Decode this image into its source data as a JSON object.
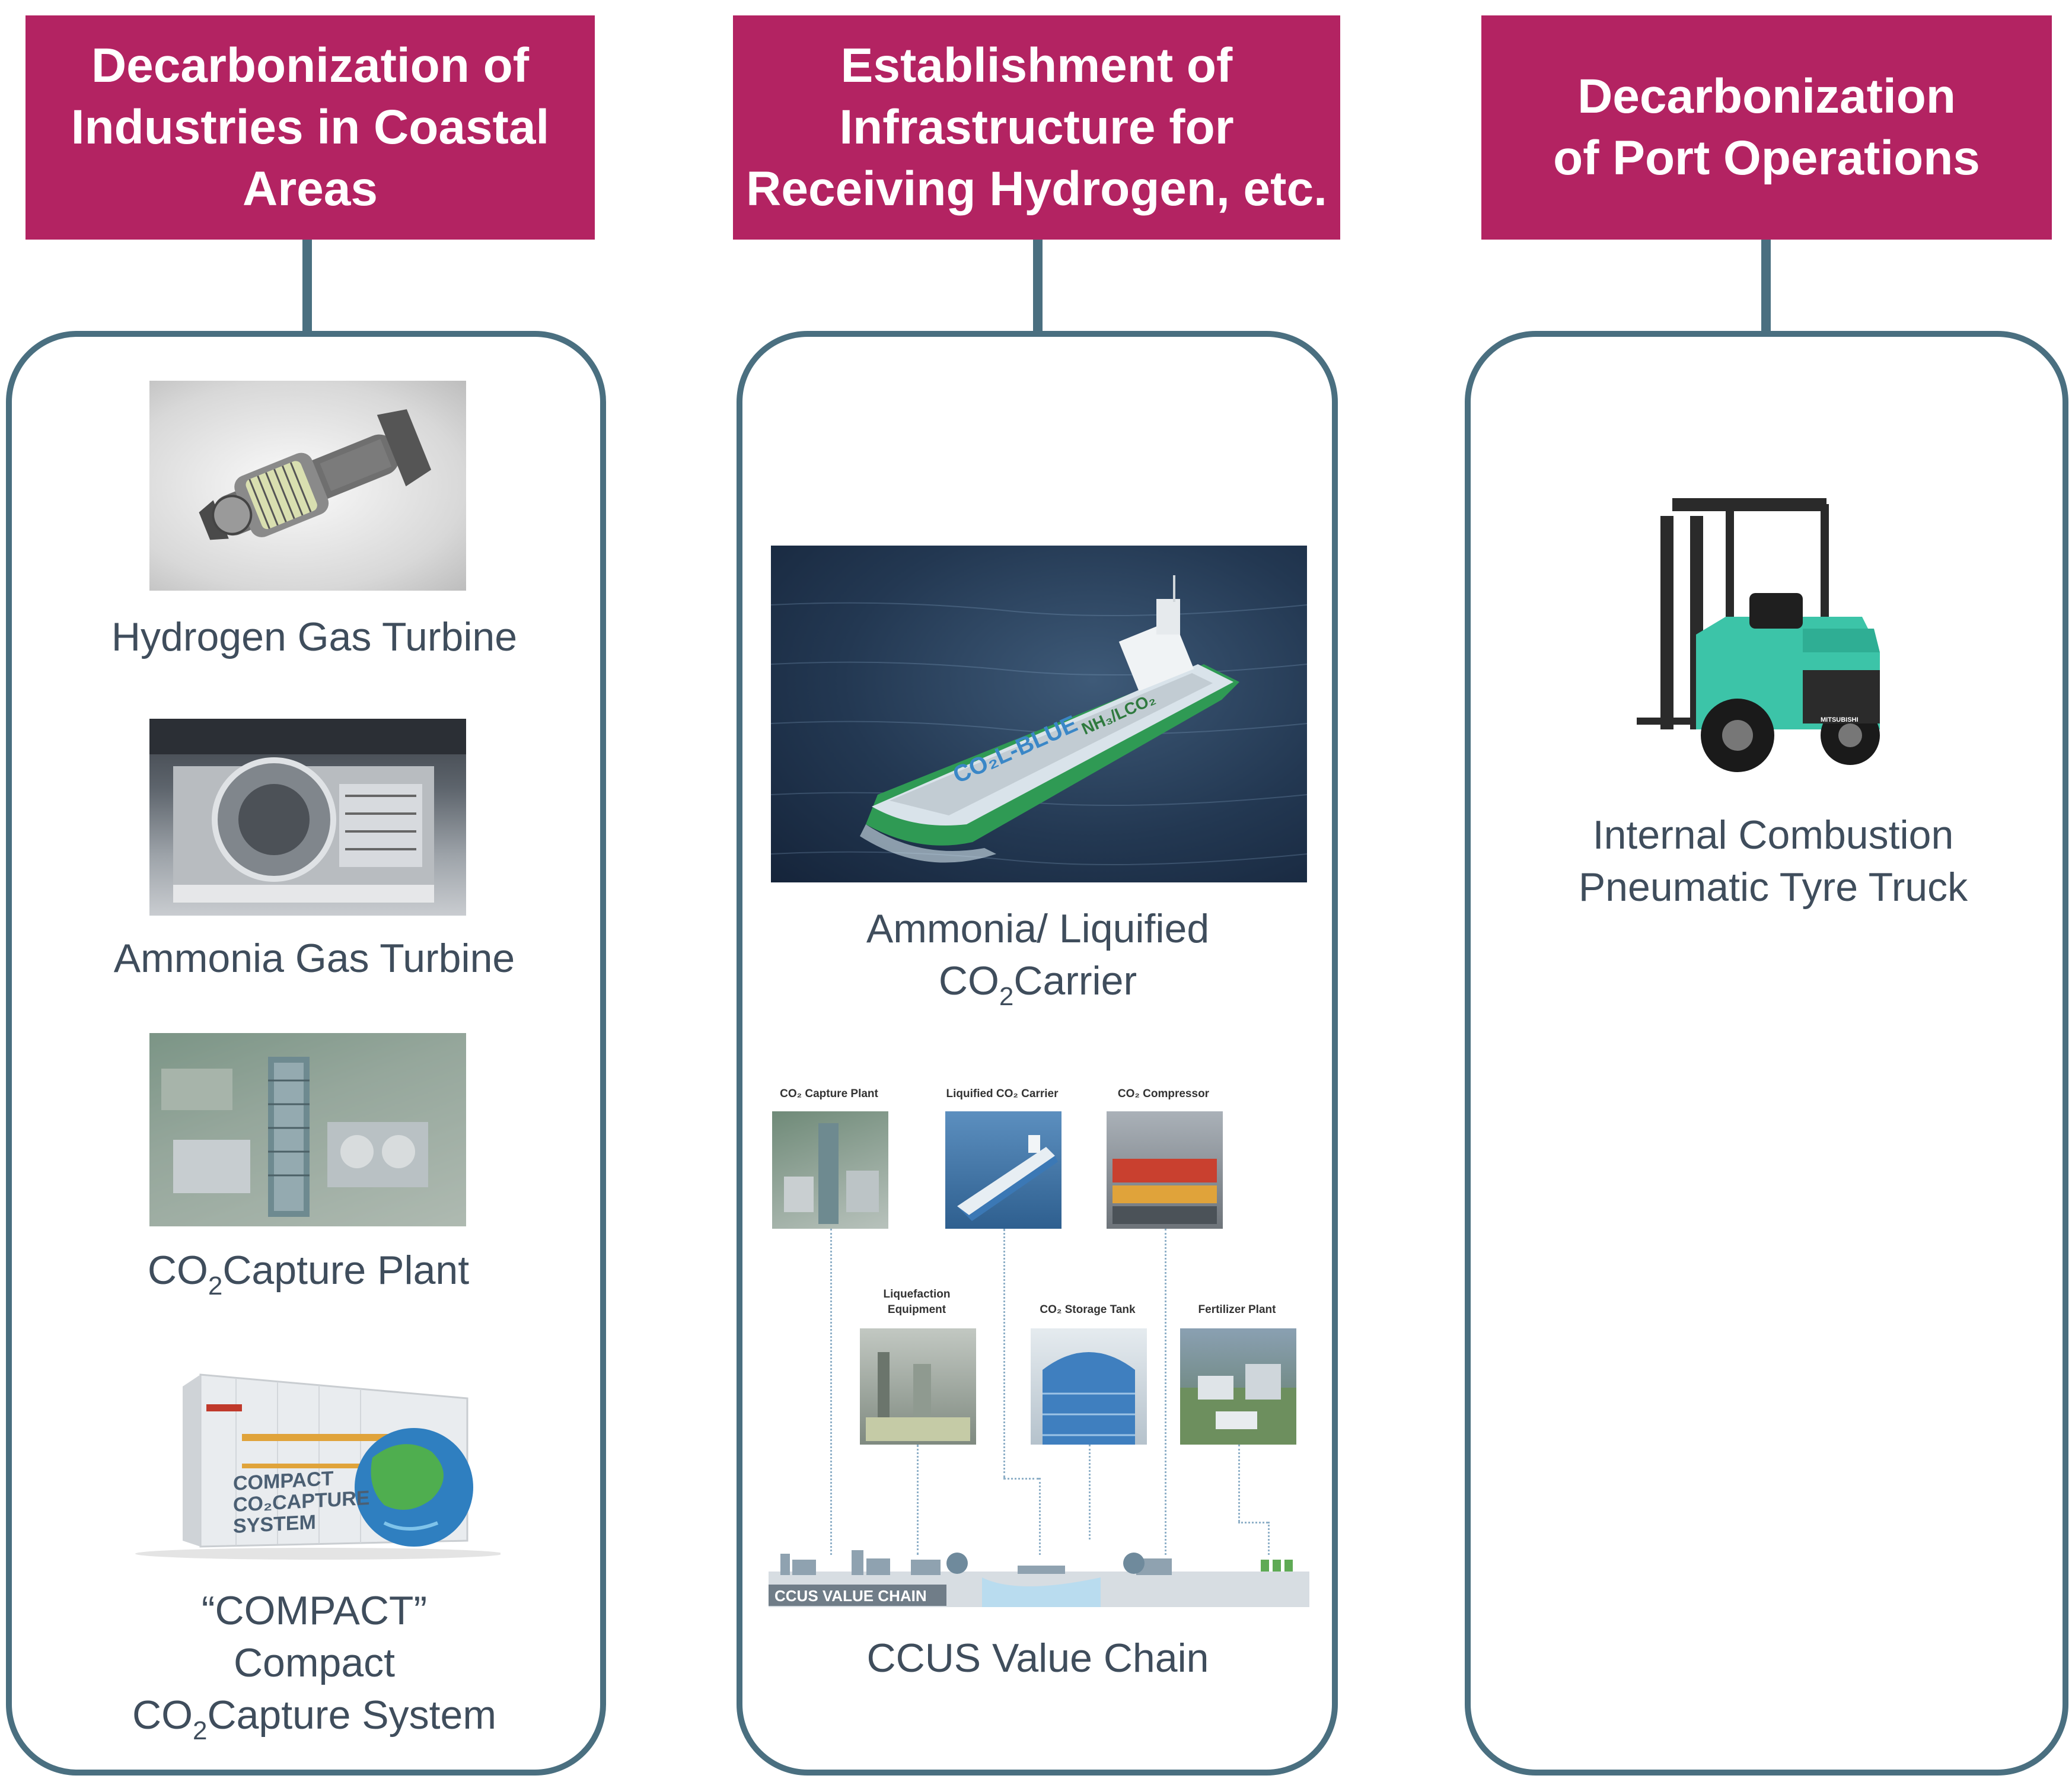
{
  "headers": [
    "Decarbonization of Industries in Coastal Areas",
    "Establishment of Infrastructure for Receiving Hydrogen, etc.",
    "Decarbonization of Port Operations"
  ],
  "col1": {
    "h2_caption": "Hydrogen Gas Turbine",
    "nh3_caption": "Ammonia Gas Turbine",
    "capture_caption_a": "CO",
    "capture_caption_sub": "2",
    "capture_caption_b": "Capture Plant",
    "compact_caption_1": "“COMPACT”",
    "compact_caption_2": "Compact",
    "compact_caption_3a": "CO",
    "compact_caption_3sub": "2",
    "compact_caption_3b": "Capture System",
    "compact_box_text_1": "COMPACT",
    "compact_box_text_2": "CO₂CAPTURE",
    "compact_box_text_3": "SYSTEM"
  },
  "col2": {
    "ship_caption_1": "Ammonia/ Liquified",
    "ship_caption_2a": "CO",
    "ship_caption_2sub": "2",
    "ship_caption_2b": "Carrier",
    "ship_hull_text": "CO₂L-BLUE",
    "ship_hull_text_2": "NH₃/LCO₂",
    "ccus_caption": "CCUS Value Chain",
    "ccus_banner": "CCUS VALUE CHAIN",
    "ccus_labels": {
      "capture_plant": "CO₂ Capture Plant",
      "carrier": "Liquified CO₂ Carrier",
      "compressor": "CO₂ Compressor",
      "liquefaction_1": "Liquefaction",
      "liquefaction_2": "Equipment",
      "storage": "CO₂ Storage Tank",
      "fertilizer": "Fertilizer Plant"
    }
  },
  "col3": {
    "truck_caption_1": "Internal Combustion",
    "truck_caption_2": "Pneumatic Tyre Truck",
    "truck_brand": "MITSUBISHI"
  },
  "colors": {
    "header": "#b32362",
    "border": "#4a6f80",
    "text": "#3f4d5c",
    "truck": "#3cc4a8"
  }
}
